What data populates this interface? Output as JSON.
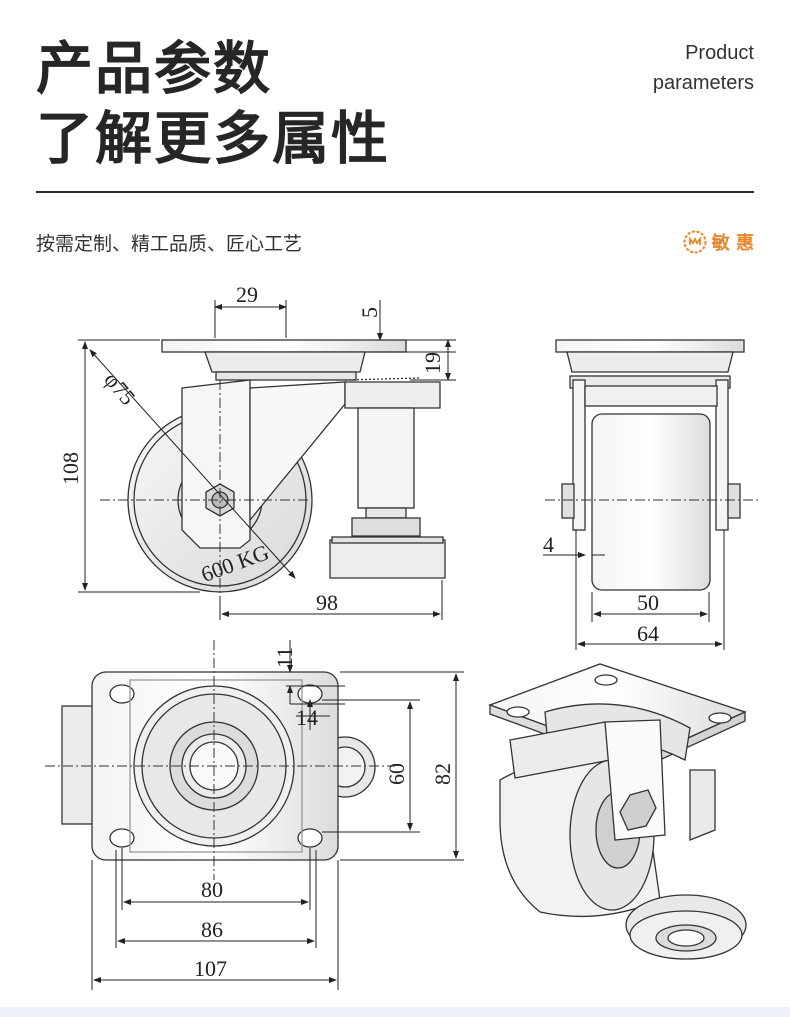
{
  "header": {
    "title_line1": "产品参数",
    "title_line2": "了解更多属性",
    "subtitle_en_line1": "Product",
    "subtitle_en_line2": "parameters"
  },
  "tagline": "按需定制、精工品质、匠心工艺",
  "brand": {
    "name": "敏 惠",
    "icon": "brand-logo-icon",
    "color": "#e8862a"
  },
  "dimensions": {
    "d29": "29",
    "d5": "5",
    "d19": "19",
    "d75": "φ75",
    "d108": "108",
    "d98": "98",
    "d4": "4",
    "d50": "50",
    "d64": "64",
    "d11": "11",
    "d14": "14",
    "d60": "60",
    "d82": "82",
    "d80": "80",
    "d86": "86",
    "d107": "107"
  },
  "wheel_marking": "600 KG"
}
